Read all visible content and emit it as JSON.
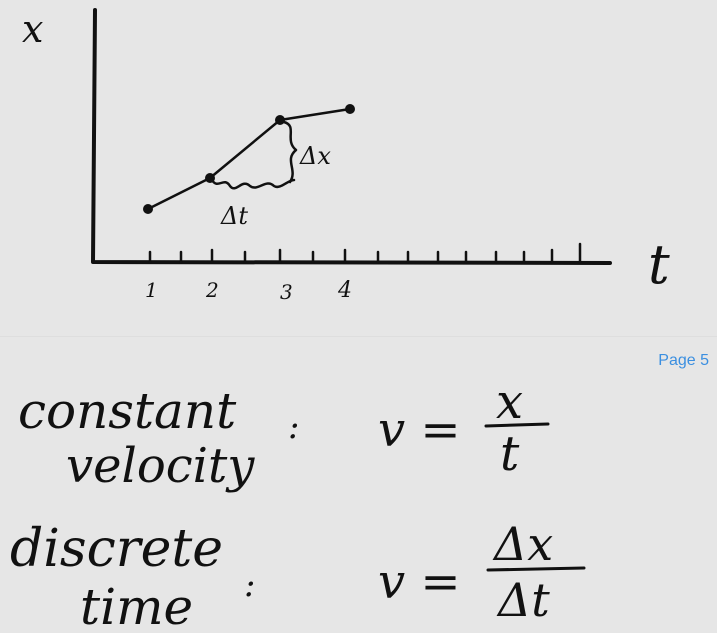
{
  "page": {
    "label": "Page 5"
  },
  "graph": {
    "y_axis_label": "x",
    "x_axis_label": "t",
    "tick_labels": [
      "1",
      "2",
      "3",
      "4"
    ],
    "delta_x_label": "Δx",
    "delta_t_label": "Δt"
  },
  "notes": [
    {
      "term_line1": "constant",
      "term_line2": "velocity",
      "separator": ":",
      "lhs": "v =",
      "numerator": "x",
      "denominator": "t"
    },
    {
      "term_line1": "discrete",
      "term_line2": "time",
      "separator": ":",
      "lhs": "v =",
      "numerator": "Δx",
      "denominator": "Δt"
    }
  ],
  "colors": {
    "background": "#e6e6e6",
    "ink": "#111111",
    "page_label": "#3b8fe0"
  }
}
